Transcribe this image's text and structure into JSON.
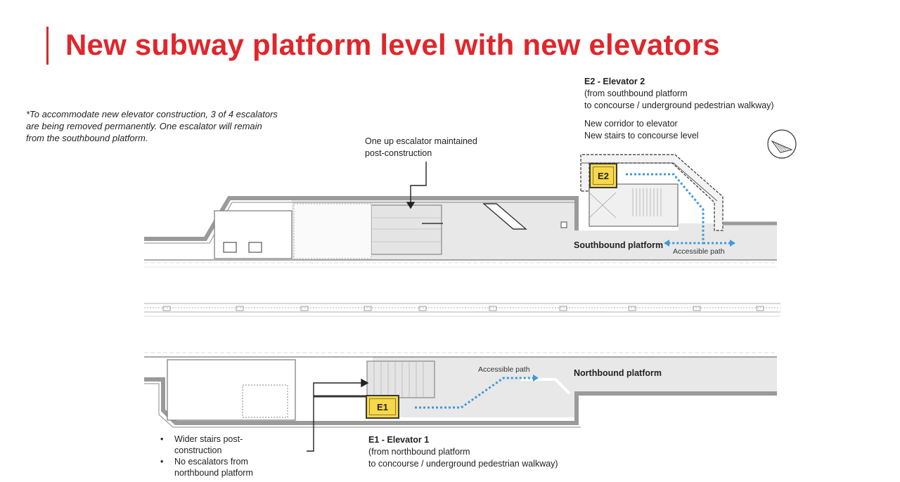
{
  "title": "New subway platform level with new elevators",
  "note": "*To accommodate new elevator construction, 3 of 4 escalators are being removed permanently. One escalator will remain from the southbound platform.",
  "escalator_callout": {
    "line1": "One up escalator maintained",
    "line2": "post-construction"
  },
  "e2": {
    "heading": "E2 - Elevator 2",
    "line1": "(from southbound platform",
    "line2": "to concourse / underground pedestrian walkway)",
    "line3": "New corridor to elevator",
    "line4": "New stairs to concourse level",
    "tag": "E2"
  },
  "e1": {
    "heading": "E1 - Elevator 1",
    "line1": "(from northbound platform",
    "line2": "to concourse / underground pedestrian walkway)",
    "tag": "E1"
  },
  "platforms": {
    "southbound": "Southbound platform",
    "northbound": "Northbound platform"
  },
  "accessible_path_south": "Accessible path",
  "accessible_path_north": "Accessible path",
  "bullets": [
    "Wider stairs post-",
    "construction",
    "No escalators from",
    "northbound platform"
  ],
  "colors": {
    "title": "#e0262b",
    "elevator": "#f7d84a",
    "accessible_path": "#3d9ad8",
    "wall": "#8a8a8a",
    "platform_fill": "#e8e8e8"
  }
}
